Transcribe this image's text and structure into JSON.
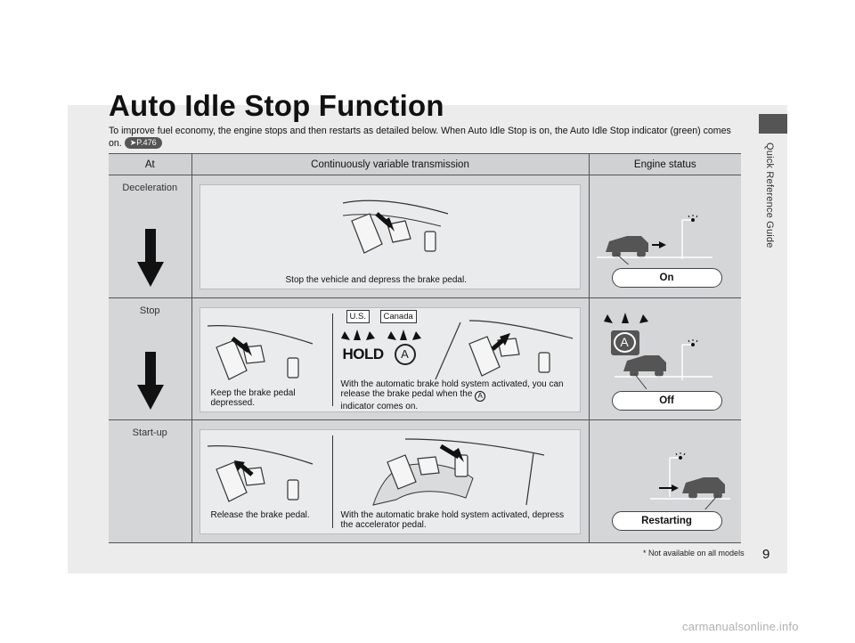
{
  "header": {
    "title": "Auto Idle Stop Function",
    "intro": "To improve fuel economy, the engine stops and then restarts as detailed below. When Auto Idle Stop is on, the Auto Idle Stop indicator (green) comes on.",
    "page_ref": "P.476"
  },
  "side_tab": {
    "label": "Quick Reference Guide"
  },
  "table": {
    "columns": [
      "At",
      "Continuously variable transmission",
      "Engine status"
    ],
    "rows": [
      {
        "at": "Deceleration",
        "captions": [
          "Stop the vehicle and depress the brake pedal."
        ],
        "status": "On"
      },
      {
        "at": "Stop",
        "captions": [
          "Keep the brake pedal depressed.",
          "With the automatic brake hold system activated, you can release the brake pedal when the",
          "indicator comes on."
        ],
        "badges": [
          "U.S.",
          "Canada"
        ],
        "hold_text": "HOLD",
        "indicator_letter": "A",
        "status": "Off"
      },
      {
        "at": "Start-up",
        "captions": [
          "Release the brake pedal.",
          "With the automatic brake hold system activated, depress the accelerator pedal."
        ],
        "status": "Restarting"
      }
    ]
  },
  "footer": {
    "footnote": "* Not available on all models",
    "page_number": "9",
    "watermark": "carmanualsonline.info"
  },
  "colors": {
    "header_bg": "#cfd1d3",
    "cell_bg": "#d4d6d8",
    "panel_bg": "#e9ebec",
    "tab": "#555555",
    "ink": "#111111"
  }
}
